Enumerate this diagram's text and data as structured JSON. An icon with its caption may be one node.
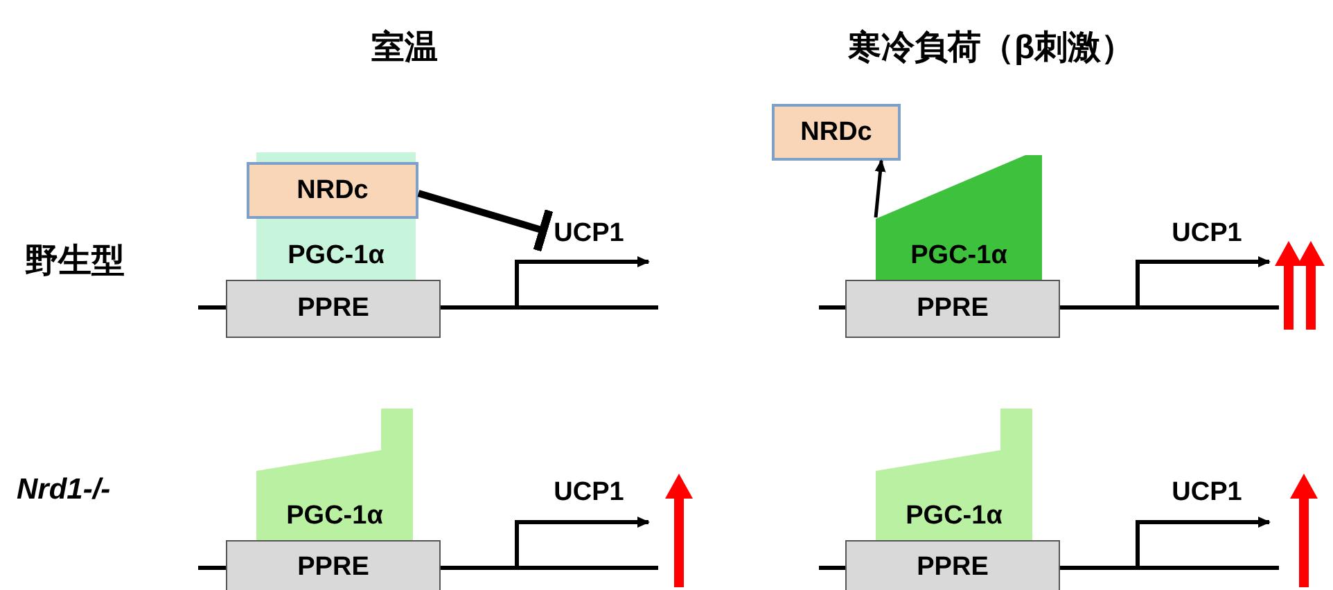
{
  "diagram": {
    "nodes": [
      {
        "text": [
          "NRDc"
        ]
      },
      {
        "text": [
          "PGC-1α"
        ]
      },
      {
        "text": [
          "PPRE"
        ]
      },
      {
        "text": [
          "UCP1"
        ]
      },
      {
        "text": [
          "NRDc"
        ]
      },
      {
        "text": [
          "PGC-1α"
        ]
      },
      {
        "text": [
          "PPRE"
        ]
      },
      {
        "text": [
          "UCP1"
        ]
      },
      {
        "text": [
          "PGC-1α"
        ]
      },
      {
        "text": [
          "PPRE"
        ]
      },
      {
        "text": [
          "UCP1"
        ]
      },
      {
        "text": [
          "PGC-1α"
        ]
      },
      {
        "text": [
          "PPRE"
        ]
      },
      {
        "text": [
          "UCP1"
        ]
      }
    ],
    "edges": [
      {
        "from": 0,
        "to": 3,
        "arrow": "other",
        "style": "thick"
      },
      {
        "from": 5,
        "to": 4,
        "arrow": "to"
      }
    ],
    "labels": [
      "室温",
      "寒冷負荷（β刺激）",
      "野生型",
      "Nrd1-/-"
    ]
  }
}
